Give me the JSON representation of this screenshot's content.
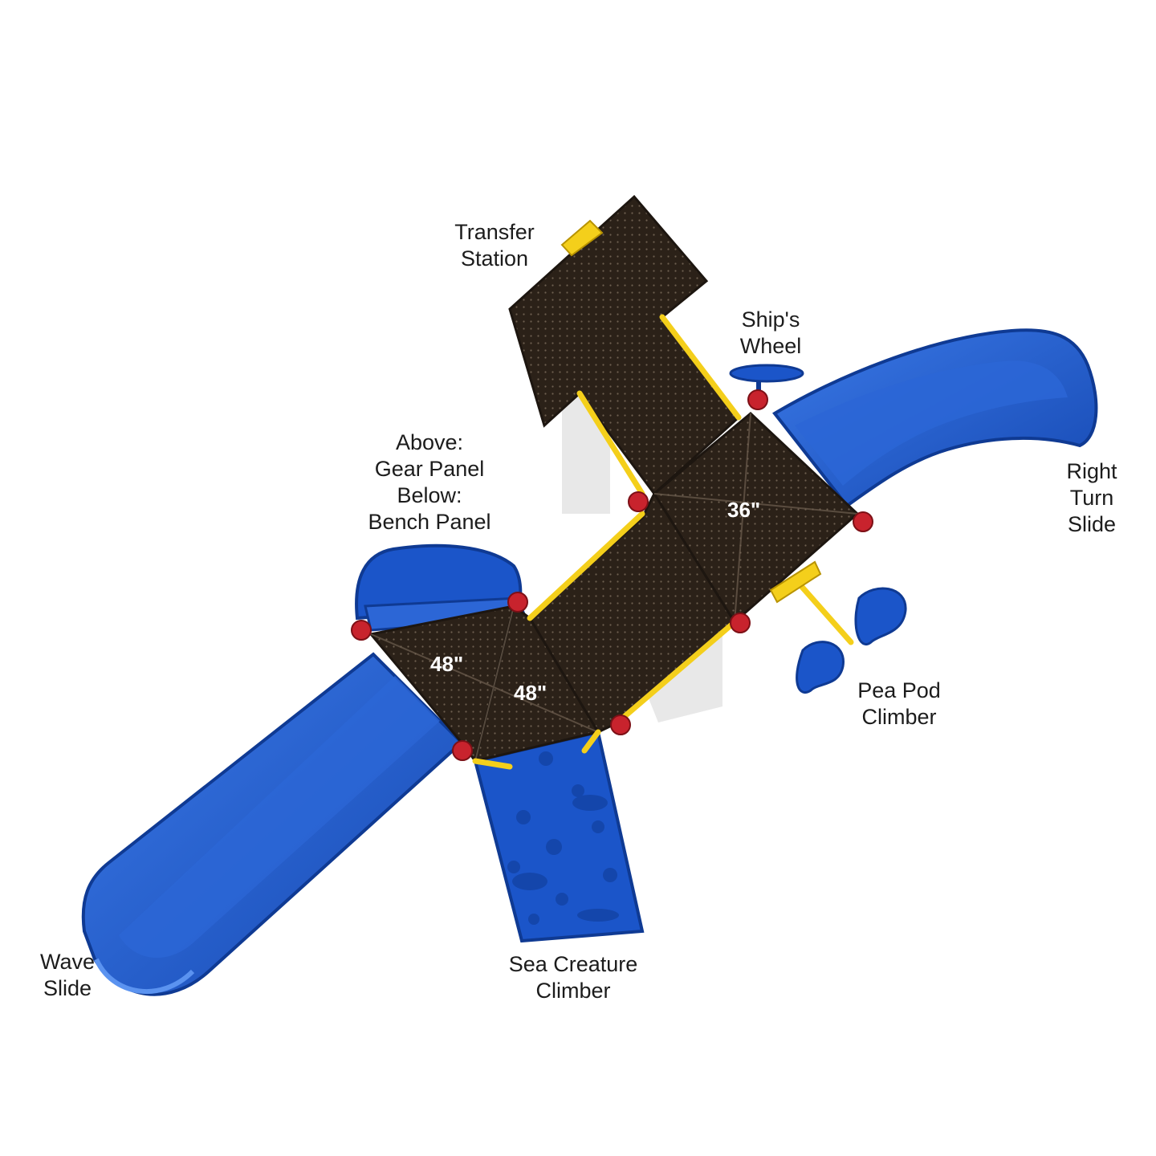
{
  "colors": {
    "deck": "#2b2118",
    "deck_dark": "#1d1610",
    "blue": "#1b55c9",
    "blue_light": "#3a78e6",
    "blue_dark": "#0f3a93",
    "yellow": "#f4cf1b",
    "red": "#c8232d",
    "shadow": "#d8d8d8"
  },
  "components": {
    "transfer_station": {
      "line1": "Transfer",
      "line2": "Station",
      "icon": "transfer-step-icon"
    },
    "ships_wheel": {
      "line1": "Ship's",
      "line2": "Wheel",
      "icon": "ships-wheel-icon"
    },
    "panel": {
      "line1": "Above:",
      "line2": "Gear Panel",
      "line3": "Below:",
      "line4": "Bench Panel"
    },
    "right_turn_slide": {
      "line1": "Right",
      "line2": "Turn",
      "line3": "Slide"
    },
    "pea_pod_climber": {
      "line1": "Pea Pod",
      "line2": "Climber"
    },
    "wave_slide": {
      "line1": "Wave",
      "line2": "Slide"
    },
    "sea_creature_climber": {
      "line1": "Sea Creature",
      "line2": "Climber"
    }
  },
  "deck_heights": {
    "center": "36\"",
    "left_upper": "48\"",
    "left_lower": "48\""
  }
}
